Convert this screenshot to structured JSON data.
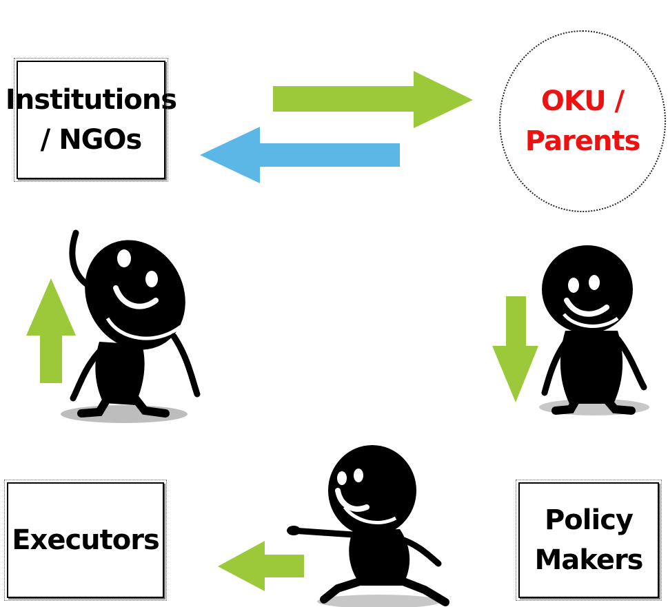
{
  "nodes": {
    "institutions": {
      "line1": "Institutions",
      "line2": "/ NGOs"
    },
    "oku": {
      "line1": "OKU /",
      "line2": "Parents"
    },
    "policy": {
      "line1": "Policy",
      "line2": "Makers"
    },
    "executors": {
      "line1": "Executors"
    }
  },
  "colors": {
    "green_arrow": "#9bc93a",
    "blue_arrow": "#5bb8e6",
    "oku_text": "#ee1111",
    "figure": "#000000"
  },
  "arrows": [
    {
      "from": "Institutions / NGOs",
      "to": "OKU / Parents",
      "color": "green"
    },
    {
      "from": "OKU / Parents",
      "to": "Institutions / NGOs",
      "color": "blue"
    },
    {
      "from": "OKU / Parents",
      "to": "Policy Makers",
      "color": "green"
    },
    {
      "from": "Policy Makers",
      "to": "Executors",
      "color": "green"
    },
    {
      "from": "Executors",
      "to": "Institutions / NGOs",
      "color": "green"
    }
  ]
}
